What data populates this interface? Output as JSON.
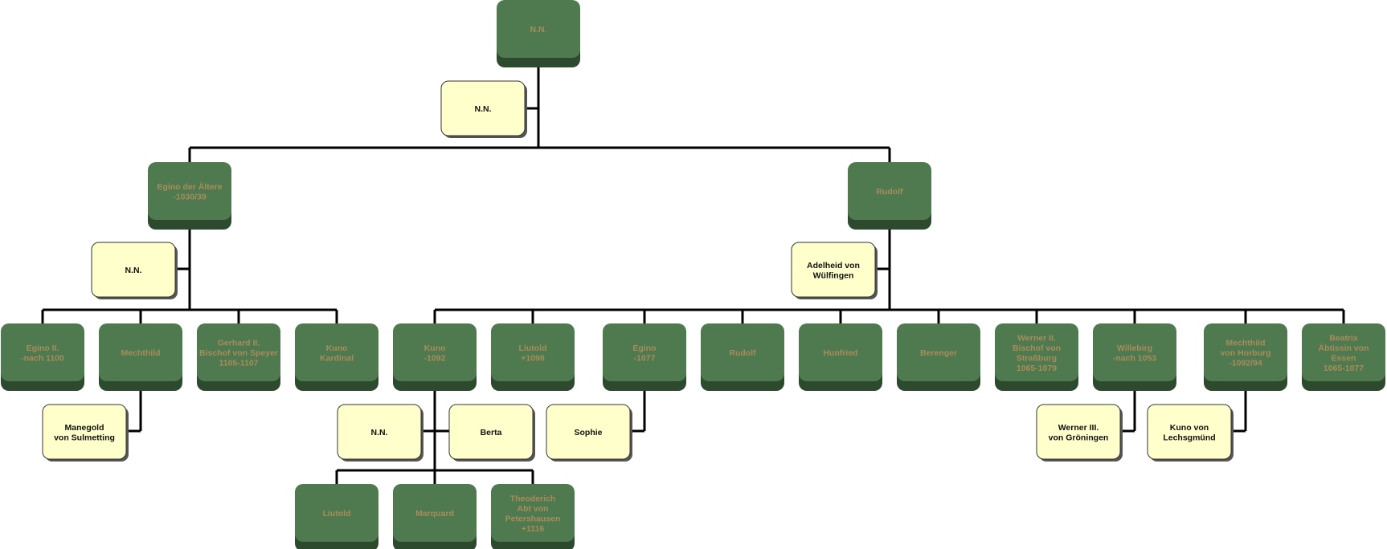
{
  "colors": {
    "person_box": "#4f7a4f",
    "person_text": "#a88c5a",
    "spouse_box": "#ffffcc",
    "spouse_text": "#111111",
    "connector": "#000000"
  },
  "persons": {
    "root": "N.N.",
    "egino_aeltere": "Egino der Ältere\n-1030/39",
    "rudolf_sr": "Rudolf",
    "egino_ii": "Egino II.\n-nach 1100",
    "mechthild": "Mechthild",
    "gerhard_ii": "Gerhard II.\nBischof von Speyer\n1105-1107",
    "kuno_kardinal": "Kuno\nKardinal",
    "kuno": "Kuno\n-1092",
    "liutold_sr": "Liutold\n+1098",
    "egino": "Egino\n-1077",
    "rudolf_jr": "Rudolf",
    "hunfried": "Hunfried",
    "berenger": "Berenger",
    "werner_ii": "Werner II.\nBischof von\nStraßburg\n1065-1079",
    "willebirg": "Willebirg\n-nach 1053",
    "mechthild_horburg": "Mechthild\nvon Horburg\n-1092/94",
    "beatrix": "Beatrix\nÄbtissin von\nEssen\n1065-1077",
    "liutold_jr": "Liutold",
    "marquard": "Marquard",
    "theoderich": "Theoderich\nAbt von\nPetershausen\n+1116"
  },
  "spouses": {
    "root_spouse": "N.N.",
    "egino_aeltere_spouse": "N.N.",
    "rudolf_sr_spouse": "Adelheid von\nWülfingen",
    "mechthild_spouse": "Manegold\nvon Sulmetting",
    "kuno_spouse_1": "N.N.",
    "kuno_spouse_2": "Berta",
    "egino_spouse": "Sophie",
    "willebirg_spouse": "Werner III.\nvon Gröningen",
    "mechthild_horburg_spouse": "Kuno von\nLechsgmünd"
  }
}
